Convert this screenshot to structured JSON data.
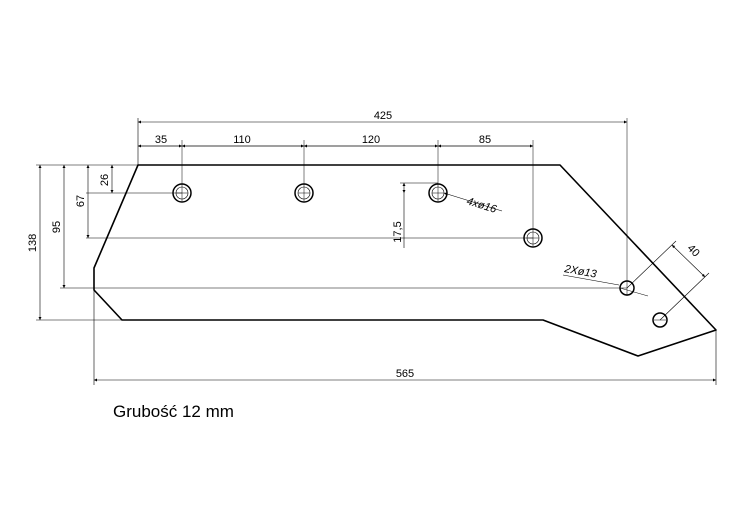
{
  "dimensions": {
    "overall_top": "425",
    "seg_1": "35",
    "seg_2": "110",
    "seg_3": "120",
    "seg_4": "85",
    "overall_bottom": "565",
    "height_138": "138",
    "height_95": "95",
    "height_67": "67",
    "height_26": "26",
    "offset_17_5": "17,5",
    "hole_spacing_40": "40"
  },
  "callouts": {
    "holes_16": "4xø16",
    "holes_13": "2Xø13"
  },
  "note": {
    "thickness": "Grubość 12 mm"
  }
}
